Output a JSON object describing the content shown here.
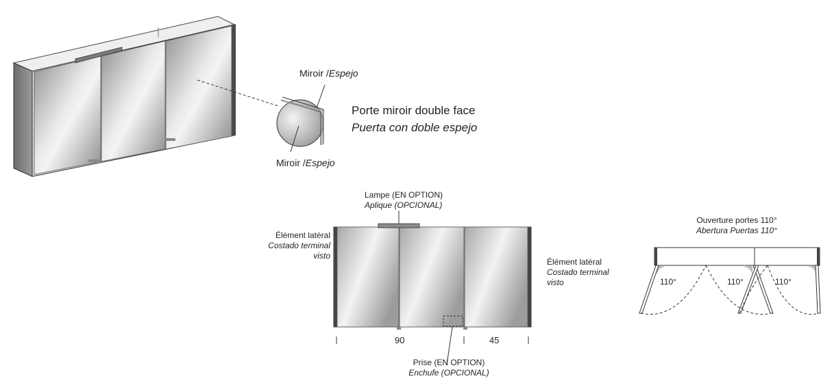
{
  "detail": {
    "miroir_top_fr": "Miroir /",
    "miroir_top_es": "Espejo",
    "miroir_bottom_fr": "Miroir /",
    "miroir_bottom_es": "Espejo",
    "door_fr": "Porte miroir double face",
    "door_es": "Puerta con doble espejo"
  },
  "front": {
    "lamp_fr": "Lampe (EN OPTION)",
    "lamp_es": "Aplique (OPCIONAL)",
    "left_side_fr": "Élément latéral",
    "left_side_es_1": "Costado terminal",
    "left_side_es_2": "visto",
    "right_side_fr": "Élément latéral",
    "right_side_es_1": "Costado terminal",
    "right_side_es_2": "visto",
    "dim_left": "90",
    "dim_right": "45",
    "socket_fr": "Prise (EN OPTION)",
    "socket_es": "Enchufe (OPCIONAL)"
  },
  "plan": {
    "title_fr": "Ouverture portes 110°",
    "title_es": "Abertura Puertas 110°",
    "angles": [
      "110°",
      "110°",
      "110°"
    ]
  },
  "colors": {
    "mirror_light": "#f2f2f2",
    "mirror_dark": "#9a9a9a",
    "frame": "#3a3a3a",
    "hinge_gray": "#bdbdbd"
  }
}
